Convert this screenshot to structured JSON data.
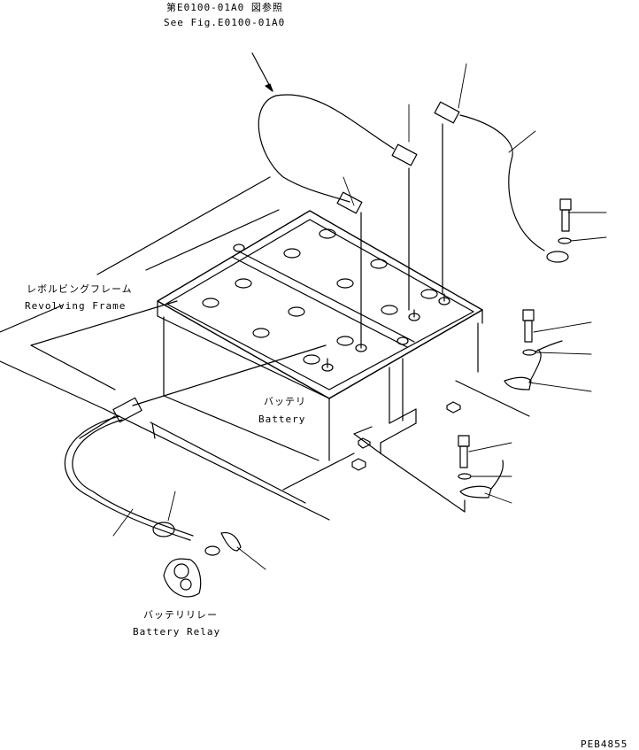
{
  "labels": {
    "ref_jp": "第E0100-01A0 図参照",
    "ref_en": "See Fig.E0100-01A0",
    "frame_jp": "レボルビングフレーム",
    "frame_en": "Revolving Frame",
    "battery_jp": "バッテリ",
    "battery_en": "Battery",
    "relay_jp": "バッテリリレー",
    "relay_en": "Battery Relay",
    "drawing_code": "PEB4855"
  },
  "colors": {
    "line": "#000000",
    "background": "#ffffff"
  }
}
